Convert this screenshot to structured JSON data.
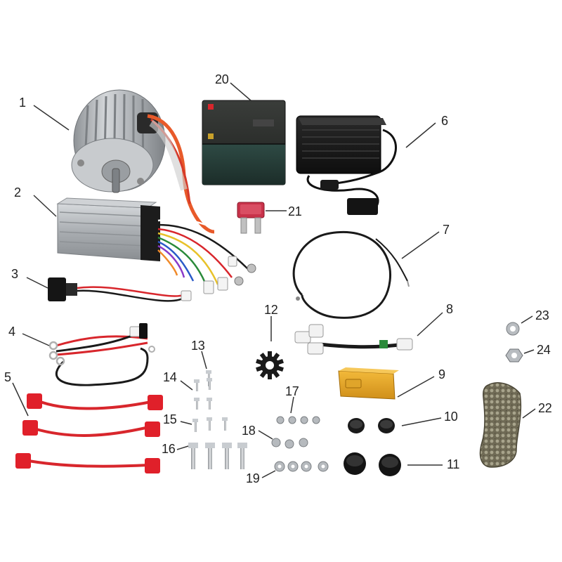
{
  "callouts": {
    "c1": "1",
    "c2": "2",
    "c3": "3",
    "c4": "4",
    "c5": "5",
    "c6": "6",
    "c7": "7",
    "c8": "8",
    "c9": "9",
    "c10": "10",
    "c11": "11",
    "c12": "12",
    "c13": "13",
    "c14": "14",
    "c15": "15",
    "c16": "16",
    "c17": "17",
    "c18": "18",
    "c19": "19",
    "c20": "20",
    "c21": "21",
    "c22": "22",
    "c23": "23",
    "c24": "24"
  },
  "colors": {
    "motor": "#b9bcc0",
    "controller": "#aeb2b6",
    "battery": "#2b2e2b",
    "charger": "#1b1b1b",
    "wire_red": "#d8262c",
    "wire_black": "#1a1a1a",
    "boot_red": "#e0202a",
    "fuse": "#c8324a",
    "switch": "#e9a92a",
    "chain": "#7b7660",
    "bolt": "#b8bcc0"
  }
}
